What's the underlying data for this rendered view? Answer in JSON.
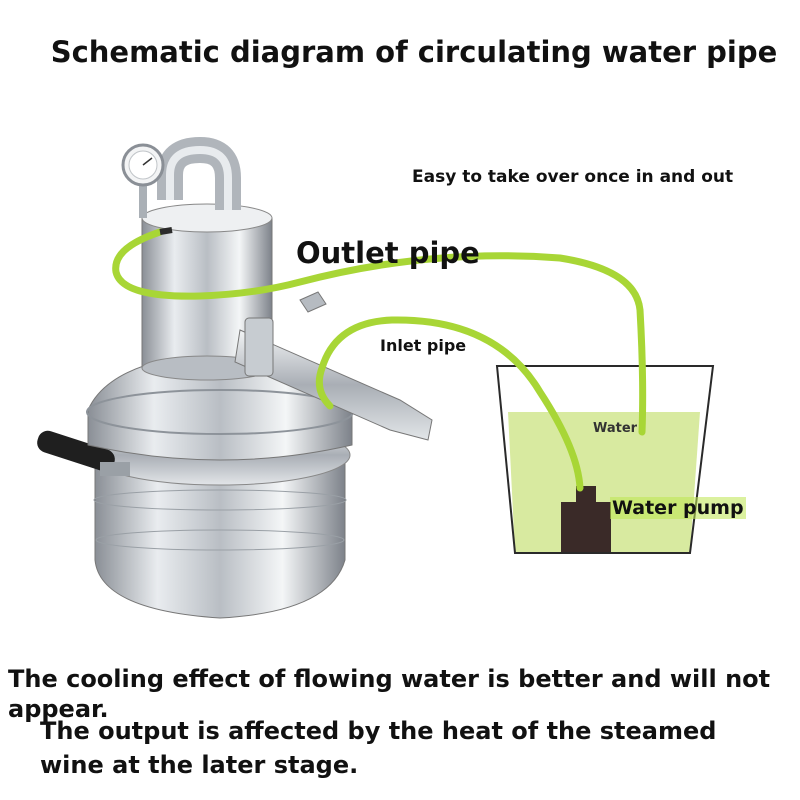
{
  "title": "Schematic diagram of circulating water pipe",
  "subtitle": "Easy to take over once in and out",
  "labels": {
    "outlet": "Outlet pipe",
    "inlet": "Inlet pipe",
    "water": "Water",
    "pump": "Water pump"
  },
  "captions": {
    "line1": "The cooling effect of flowing water is better and will not appear.",
    "line2": "The output is affected by the heat of the steamed wine at the later stage."
  },
  "colors": {
    "pipe": "#a8d636",
    "water": "#d8eaa0",
    "pump": "#3a2a28",
    "steel": "#c9cdd2"
  }
}
